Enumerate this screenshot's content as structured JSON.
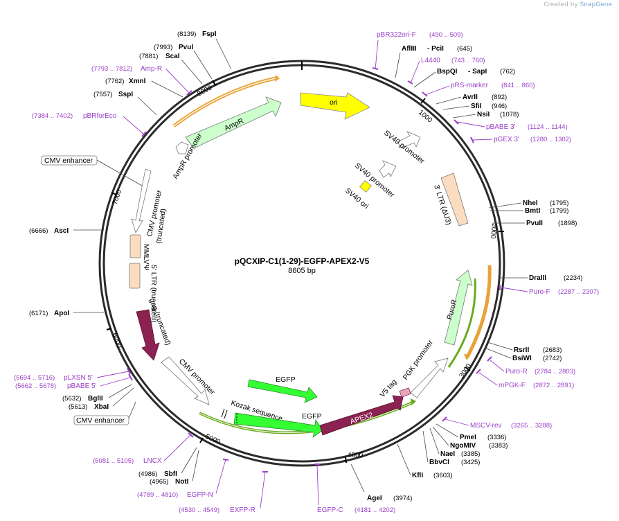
{
  "app": {
    "credit_prefix": "Created by",
    "credit_brand": "SnapGene"
  },
  "plasmid": {
    "name": "pQCXIP-C1(1-29)-EGFP-APEX2-V5",
    "length": "8605 bp"
  },
  "ticks": [
    "1000",
    "2000",
    "3000",
    "4000",
    "5000",
    "6000",
    "7000",
    "8000"
  ],
  "features": {
    "ori": "ori",
    "ampr": "AmpR",
    "ampr_promoter": "AmpR promoter",
    "cmv_promoter_trunc": "CMV promoter",
    "cmv_promoter_trunc2": "(truncated)",
    "mmlv_ltr": "MMLV",
    "mmlv_ltr2": "5' LTR (truncated)",
    "psi": "Ψ",
    "gag": "gag (truncated)",
    "cmv_promoter": "CMV promoter",
    "kozak": "Kozak sequence",
    "egfp": "EGFP",
    "egfp2": "EGFP",
    "apex2": "APEX2",
    "v5": "V5 tag",
    "pgk": "PGK promoter",
    "puror": "PuroR",
    "ltr3": "3' LTR (ΔU3)",
    "sv40_promoter": "SV40 promoter",
    "sv40_promoter2": "SV40 promoter",
    "sv40_ori": "SV40 ori",
    "cmv_enhancer_box": "CMV enhancer",
    "cmv_enhancer_box2": "CMV enhancer"
  },
  "enzymes_left": [
    {
      "name": "FspI",
      "pos": "(8139)"
    },
    {
      "name": "PvuI",
      "pos": "(7993)"
    },
    {
      "name": "ScaI",
      "pos": "(7881)"
    },
    {
      "name": "XmnI",
      "pos": "(7762)"
    },
    {
      "name": "SspI",
      "pos": "(7557)"
    },
    {
      "name": "AscI",
      "pos": "(6666)"
    },
    {
      "name": "ApoI",
      "pos": "(6171)"
    },
    {
      "name": "BglII",
      "pos": "(5632)"
    },
    {
      "name": "XbaI",
      "pos": "(5613)"
    },
    {
      "name": "SbfI",
      "pos": "(4986)"
    },
    {
      "name": "NotI",
      "pos": "(4965)"
    }
  ],
  "enzymes_right": [
    {
      "name": "AflIII",
      "extra": "- PciI",
      "pos": "(645)"
    },
    {
      "name": "BspQI",
      "extra": "- SapI",
      "pos": "(762)"
    },
    {
      "name": "AvrII",
      "pos": "(892)"
    },
    {
      "name": "SfiI",
      "pos": "(946)"
    },
    {
      "name": "NsiI",
      "pos": "(1078)"
    },
    {
      "name": "NheI",
      "pos": "(1795)"
    },
    {
      "name": "BmtI",
      "pos": "(1799)"
    },
    {
      "name": "PvuII",
      "pos": "(1898)"
    },
    {
      "name": "DraIII",
      "pos": "(2234)"
    },
    {
      "name": "RsrII",
      "pos": "(2683)"
    },
    {
      "name": "BsiWI",
      "pos": "(2742)"
    },
    {
      "name": "PmeI",
      "pos": "(3336)"
    },
    {
      "name": "NgoMIV",
      "pos": "(3383)"
    },
    {
      "name": "NaeI",
      "pos": "(3385)"
    },
    {
      "name": "BbvCI",
      "pos": "(3425)"
    },
    {
      "name": "KflI",
      "pos": "(3603)"
    },
    {
      "name": "AgeI",
      "pos": "(3974)"
    }
  ],
  "primers": [
    {
      "name": "pBR322ori-F",
      "range": "(490 .. 509)"
    },
    {
      "name": "L4440",
      "range": "(743 .. 760)"
    },
    {
      "name": "pRS-marker",
      "range": "(841 .. 860)"
    },
    {
      "name": "pBABE 3'",
      "range": "(1124 .. 1144)"
    },
    {
      "name": "pGEX 3'",
      "range": "(1280 .. 1302)"
    },
    {
      "name": "Puro-F",
      "range": "(2287 .. 2307)"
    },
    {
      "name": "Puro-R",
      "range": "(2784 .. 2803)"
    },
    {
      "name": "mPGK-F",
      "range": "(2872 .. 2891)"
    },
    {
      "name": "MSCV-rev",
      "range": "(3265 .. 3288)"
    },
    {
      "name": "Amp-R",
      "range": "(7793 .. 7812)"
    },
    {
      "name": "pBRforEco",
      "range": "(7384 .. 7402)"
    },
    {
      "name": "pLXSN 5'",
      "range": "(5694 .. 5716)"
    },
    {
      "name": "pBABE 5'",
      "range": "(5662 .. 5678)"
    },
    {
      "name": "LNCX",
      "range": "(5081 .. 5105)"
    },
    {
      "name": "EGFP-N",
      "range": "(4789 .. 4810)"
    },
    {
      "name": "EXFP-R",
      "range": "(4530 .. 4549)"
    },
    {
      "name": "EGFP-C",
      "range": "(4181 .. 4202)"
    }
  ],
  "colors": {
    "backbone": "#2b2b2b",
    "ori": "#ffff00",
    "ampr": "#ccffcc",
    "egfp": "#33ff33",
    "apex2": "#8b2252",
    "ltr": "#fcdcc0",
    "primer": "#9b3fc9",
    "orf_orange": "#e8a23a",
    "orf_green": "#6aaa1e"
  }
}
